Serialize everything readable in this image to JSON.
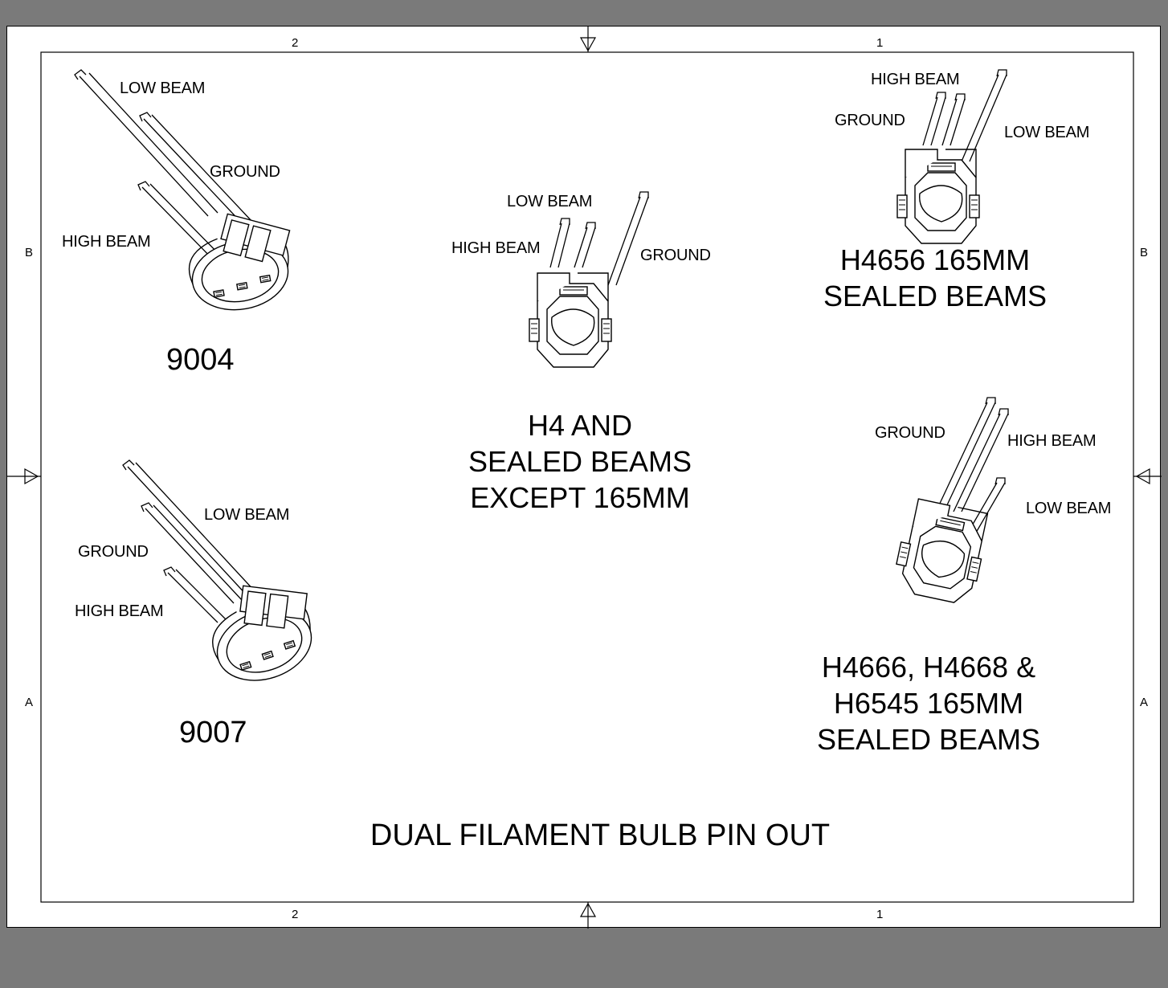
{
  "sheet": {
    "title": "DUAL FILAMENT BULB PIN OUT",
    "zones": {
      "top_left": "2",
      "top_right": "1",
      "bottom_left": "2",
      "bottom_right": "1",
      "left_upper": "B",
      "left_lower": "A",
      "right_upper": "B",
      "right_lower": "A"
    }
  },
  "connectors": {
    "c9004": {
      "name": "9004",
      "labels": {
        "low": "LOW BEAM",
        "ground": "GROUND",
        "high": "HIGH BEAM"
      }
    },
    "c9007": {
      "name": "9007",
      "labels": {
        "low": "LOW BEAM",
        "ground": "GROUND",
        "high": "HIGH BEAM"
      }
    },
    "h4": {
      "name_lines": [
        "H4 AND",
        "SEALED BEAMS",
        "EXCEPT 165MM"
      ],
      "labels": {
        "low": "LOW BEAM",
        "high": "HIGH BEAM",
        "ground": "GROUND"
      }
    },
    "h4656": {
      "name_lines": [
        "H4656 165MM",
        "SEALED BEAMS"
      ],
      "labels": {
        "high": "HIGH BEAM",
        "ground": "GROUND",
        "low": "LOW BEAM"
      }
    },
    "h4666": {
      "name_lines": [
        "H4666, H4668 &",
        "H6545 165MM",
        "SEALED BEAMS"
      ],
      "labels": {
        "ground": "GROUND",
        "high": "HIGH BEAM",
        "low": "LOW BEAM"
      }
    }
  },
  "colors": {
    "frame": "#7a7a7a",
    "paper": "#ffffff",
    "ink": "#000000"
  }
}
